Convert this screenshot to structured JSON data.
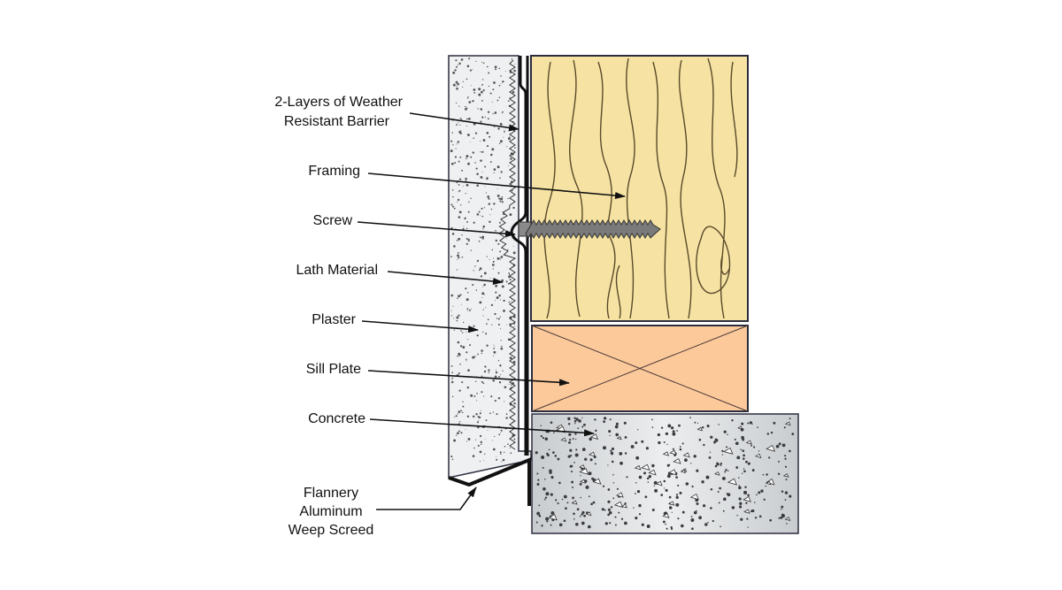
{
  "labels": {
    "barrier_line1": "2-Layers of Weather",
    "barrier_line2": "Resistant Barrier",
    "framing": "Framing",
    "screw": "Screw",
    "lath": "Lath Material",
    "plaster": "Plaster",
    "sill_plate": "Sill Plate",
    "concrete": "Concrete",
    "weep_line1": "Flannery",
    "weep_line2": "Aluminum",
    "weep_line3": "Weep Screed"
  },
  "colors": {
    "framing": "#f6e3a3",
    "sill_plate": "#fcc99a",
    "concrete": "#d8dadd",
    "plaster": "#eef0f1",
    "outline": "#2b2d3e",
    "screw": "#7a7a7a"
  }
}
